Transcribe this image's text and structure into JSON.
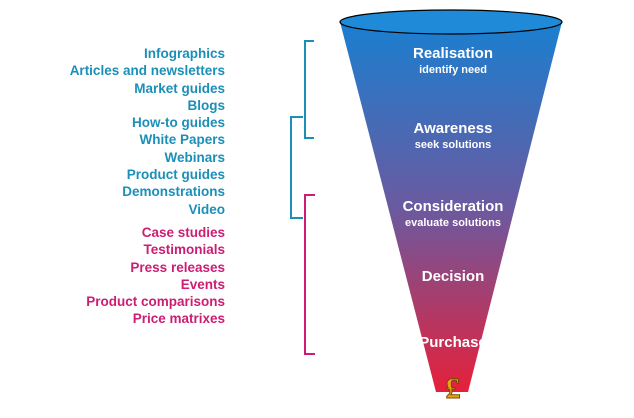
{
  "colors": {
    "blue_text": "#1a8fb8",
    "pink_text": "#cc1c74",
    "funnel_top": "#1a7fd0",
    "funnel_mid": "#6a5aa0",
    "funnel_bottom": "#e6203a",
    "currency_fill": "#e9a318"
  },
  "content_groups": {
    "blue": [
      "Infographics",
      "Articles and newsletters",
      "Market guides",
      "Blogs",
      "How-to guides",
      "White Papers",
      "Webinars",
      "Product guides",
      "Demonstrations",
      "Video"
    ],
    "pink": [
      "Case studies",
      "Testimonials",
      "Press releases",
      "Events",
      "Product comparisons",
      "Price matrixes"
    ]
  },
  "funnel": {
    "stages": [
      {
        "name": "Realisation",
        "sub": "identify need"
      },
      {
        "name": "Awareness",
        "sub": "seek solutions"
      },
      {
        "name": "Consideration",
        "sub": "evaluate solutions"
      },
      {
        "name": "Decision",
        "sub": ""
      },
      {
        "name": "Purchase",
        "sub": ""
      }
    ],
    "currency_symbol": "£"
  },
  "icons": [
    "pound-sign-icon"
  ]
}
